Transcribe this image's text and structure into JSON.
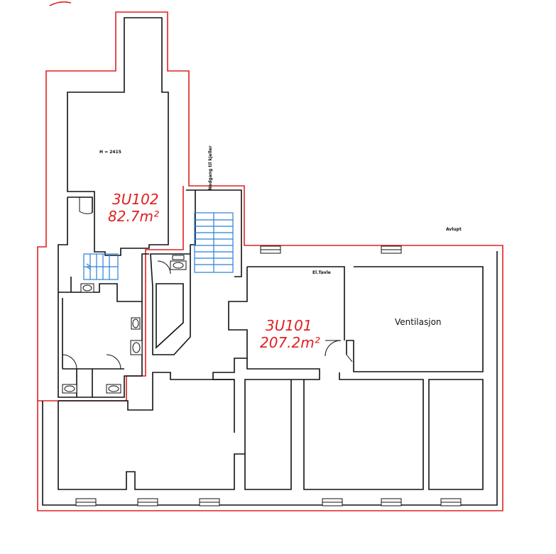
{
  "rooms": {
    "r3u102": {
      "code": "3U102",
      "area": "82.7m²"
    },
    "r3u101": {
      "code": "3U101",
      "area": "207.2m²"
    },
    "ventilasjon": "Ventilasjon"
  },
  "labels": {
    "height": "H = 2415",
    "stair_note": "Nedgang til kjeller",
    "el_tavle": "El.Tavle",
    "avlupt": "Avlupt"
  },
  "colors": {
    "boundary": "#e02020",
    "stairs": "#2a7fd6",
    "walls": "#111111"
  }
}
